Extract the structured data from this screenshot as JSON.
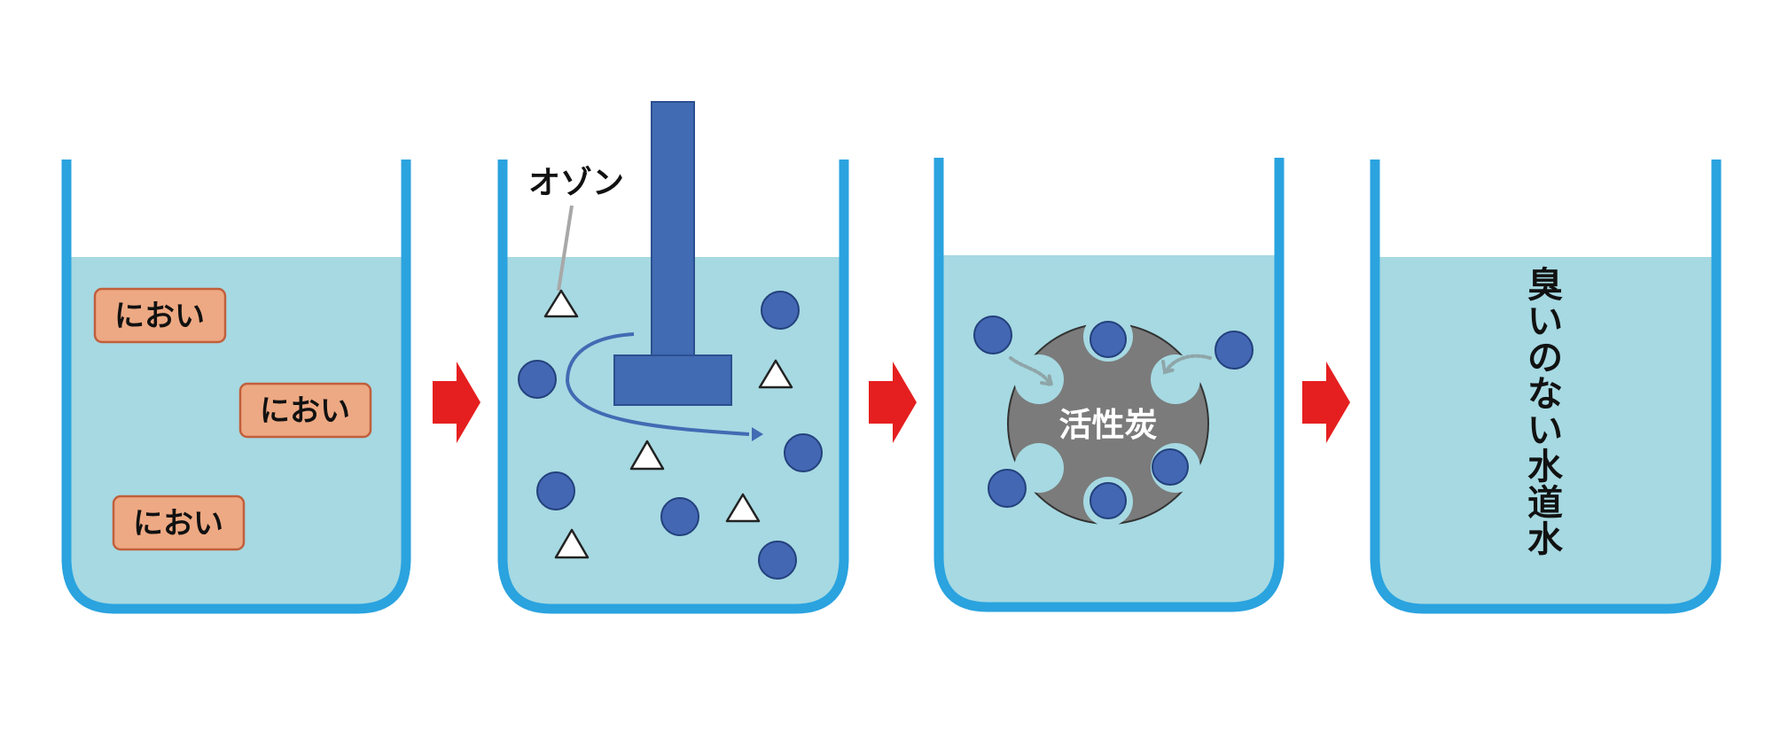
{
  "colors": {
    "water": "#a6d9e2",
    "beaker_outline": "#2aa3df",
    "arrow": "#e51f1f",
    "molecule_fill": "#4367b3",
    "molecule_stroke": "#23407c",
    "label_box_fill": "#eda983",
    "label_box_stroke": "#c15f3c",
    "ozone_tube": "#416bb3",
    "charcoal": "#7b7b7b",
    "text_dark": "#111111",
    "text_light": "#ffffff"
  },
  "icons": [
    "right-arrow-icon",
    "triangle-icon",
    "circle-molecule-icon",
    "curved-arrow-icon"
  ],
  "stage1": {
    "odor_labels": [
      "におい",
      "におい",
      "におい"
    ]
  },
  "stage2": {
    "ozone_label": "オゾン"
  },
  "stage3": {
    "charcoal_label": "活性炭"
  },
  "stage4": {
    "result_label": "臭いのない水道水"
  }
}
